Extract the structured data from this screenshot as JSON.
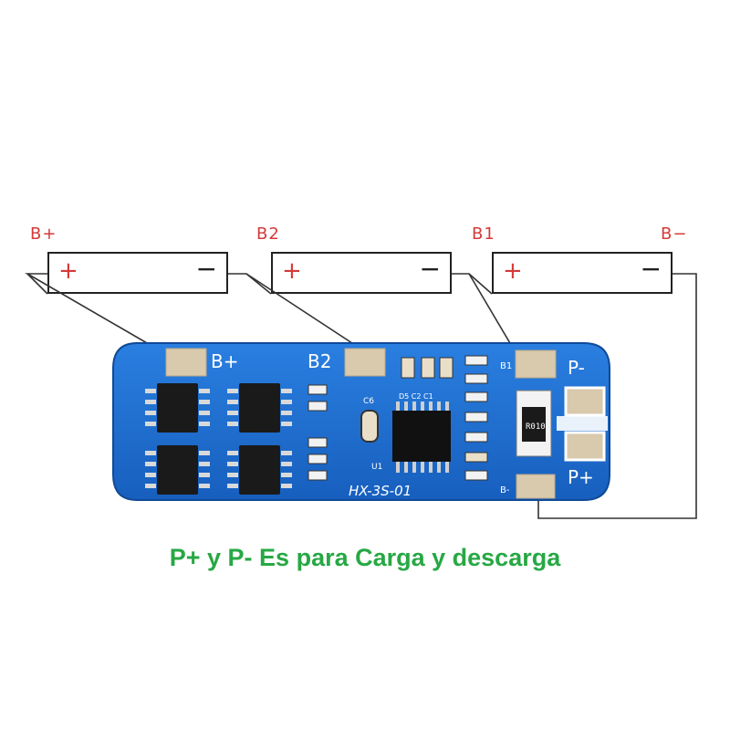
{
  "colors": {
    "label_red": "#d43a3a",
    "caption_green": "#27a844",
    "pcb_blue": "#1f6fd0",
    "pcb_dark": "#12458f"
  },
  "terminals": {
    "b_plus": "B+",
    "b2": "B2",
    "b1": "B1",
    "b_minus": "B−"
  },
  "cells": [
    {
      "plus": "+",
      "minus": "−"
    },
    {
      "plus": "+",
      "minus": "−"
    },
    {
      "plus": "+",
      "minus": "−"
    }
  ],
  "board": {
    "pad_b_plus": "B+",
    "pad_b2": "B2",
    "pad_p_minus": "P-",
    "pad_p_plus": "P+",
    "model": "HX-3S-01",
    "resistor_marking": "R010",
    "silk_c6": "C6",
    "silk_u1": "U1",
    "silk_d5": "D5 C2 C1",
    "silk_b1": "B1",
    "silk_b_minus": "B-"
  },
  "caption": "P+ y P- Es para Carga y descarga"
}
